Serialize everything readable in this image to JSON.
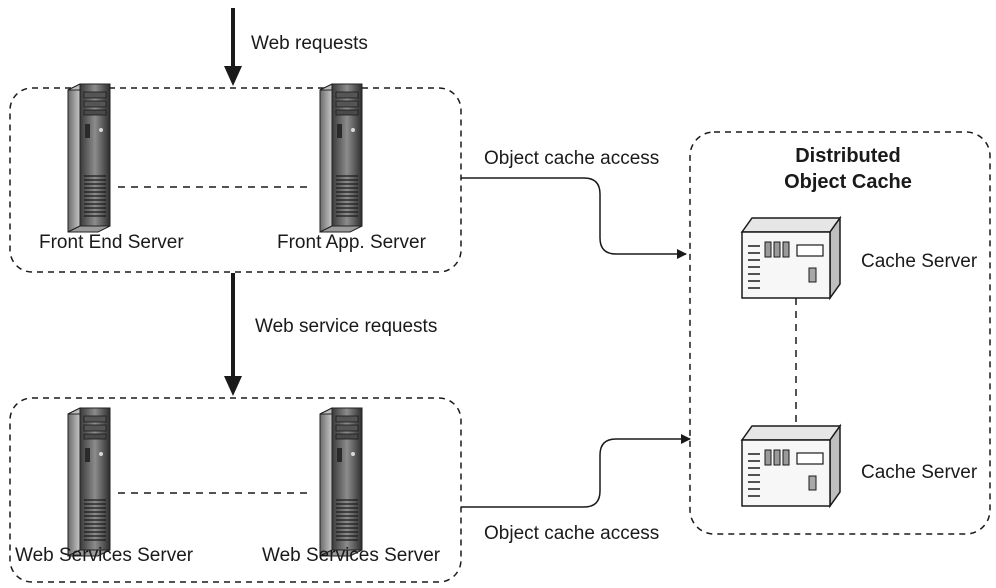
{
  "diagram": {
    "edges": {
      "web_requests": "Web requests",
      "web_service_requests": "Web service requests",
      "object_cache_access_top": "Object cache access",
      "object_cache_access_bottom": "Object cache access"
    },
    "front_tier": {
      "left_server": "Front End Server",
      "right_server": "Front App. Server"
    },
    "services_tier": {
      "left_server": "Web Services Server",
      "right_server": "Web Services Server"
    },
    "cache_cluster": {
      "title_line1": "Distributed",
      "title_line2": "Object Cache",
      "top_server": "Cache Server",
      "bottom_server": "Cache Server"
    }
  }
}
